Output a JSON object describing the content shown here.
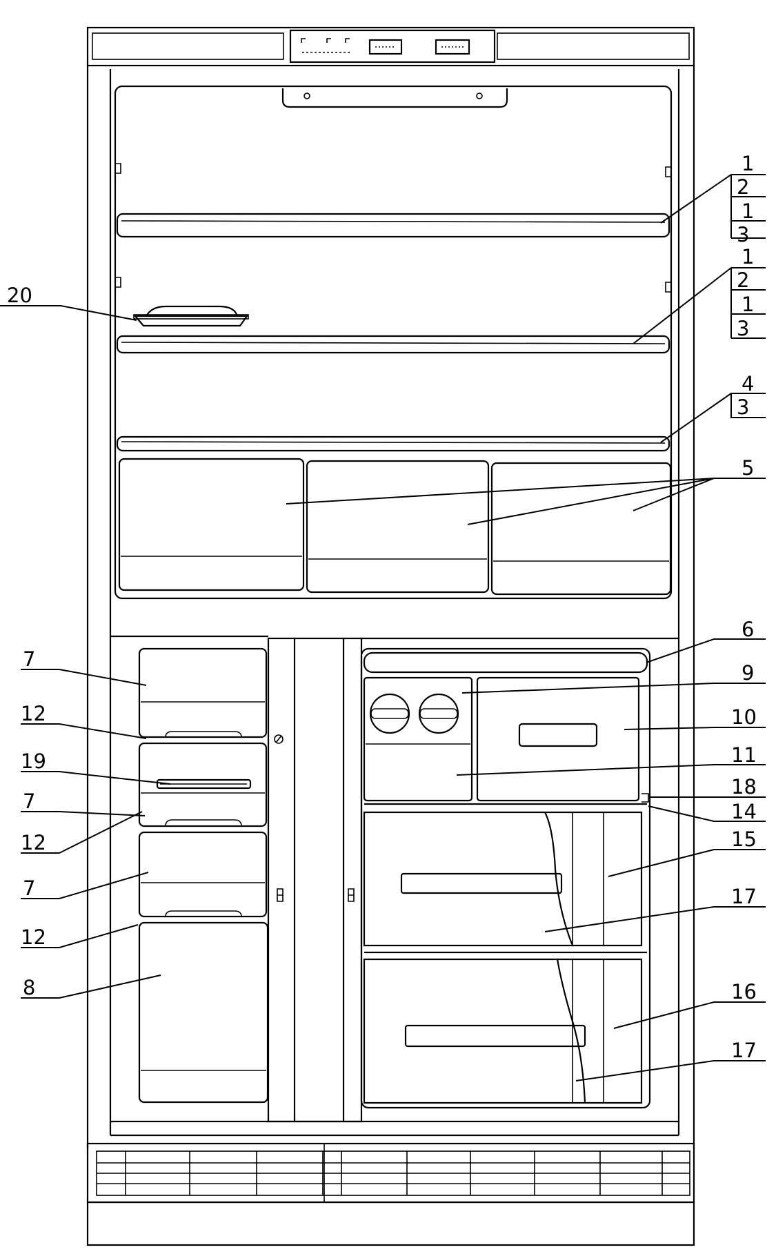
{
  "diagram": {
    "callouts": [
      {
        "id": "c1a",
        "text": "1"
      },
      {
        "id": "c2a",
        "text": "2"
      },
      {
        "id": "c1b",
        "text": "1"
      },
      {
        "id": "c3a",
        "text": "3"
      },
      {
        "id": "c1c",
        "text": "1"
      },
      {
        "id": "c2b",
        "text": "2"
      },
      {
        "id": "c1d",
        "text": "1"
      },
      {
        "id": "c3b",
        "text": "3"
      },
      {
        "id": "c4",
        "text": "4"
      },
      {
        "id": "c3c",
        "text": "3"
      },
      {
        "id": "c5",
        "text": "5"
      },
      {
        "id": "c6",
        "text": "6"
      },
      {
        "id": "c9",
        "text": "9"
      },
      {
        "id": "c10",
        "text": "10"
      },
      {
        "id": "c11",
        "text": "11"
      },
      {
        "id": "c18",
        "text": "18"
      },
      {
        "id": "c14",
        "text": "14"
      },
      {
        "id": "c15",
        "text": "15"
      },
      {
        "id": "c17a",
        "text": "17"
      },
      {
        "id": "c16",
        "text": "16"
      },
      {
        "id": "c17b",
        "text": "17"
      },
      {
        "id": "c20",
        "text": "20"
      },
      {
        "id": "c7a",
        "text": "7"
      },
      {
        "id": "c12a",
        "text": "12"
      },
      {
        "id": "c19",
        "text": "19"
      },
      {
        "id": "c7b",
        "text": "7"
      },
      {
        "id": "c12b",
        "text": "12"
      },
      {
        "id": "c7c",
        "text": "7"
      },
      {
        "id": "c12c",
        "text": "12"
      },
      {
        "id": "c8",
        "text": "8"
      }
    ]
  }
}
